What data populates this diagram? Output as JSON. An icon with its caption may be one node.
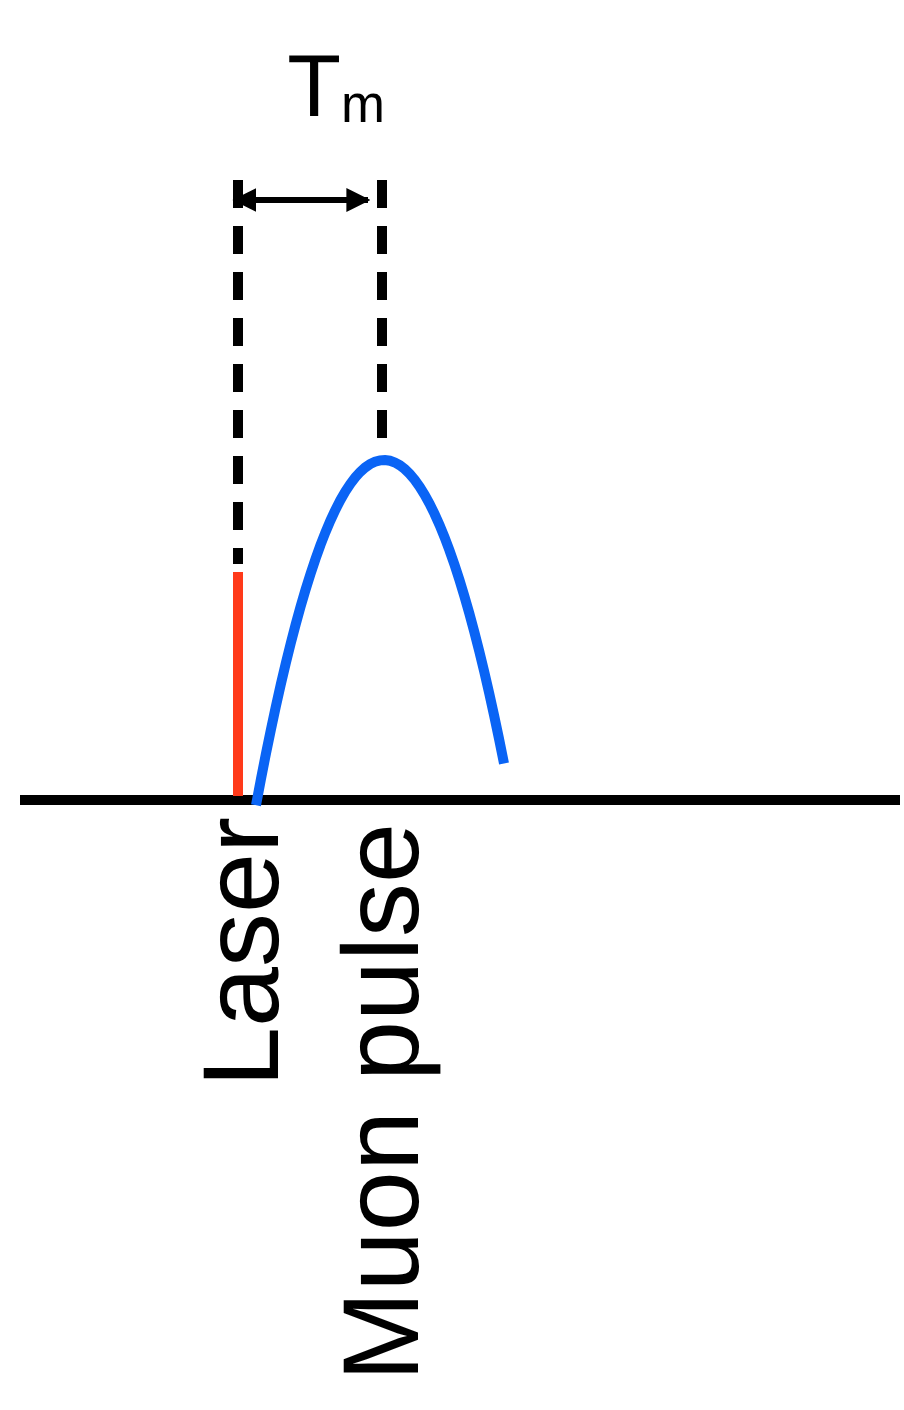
{
  "diagram": {
    "labels": [
      "T$_{m}$",
      "Laser",
      "Muon pulse"
    ]
  }
}
